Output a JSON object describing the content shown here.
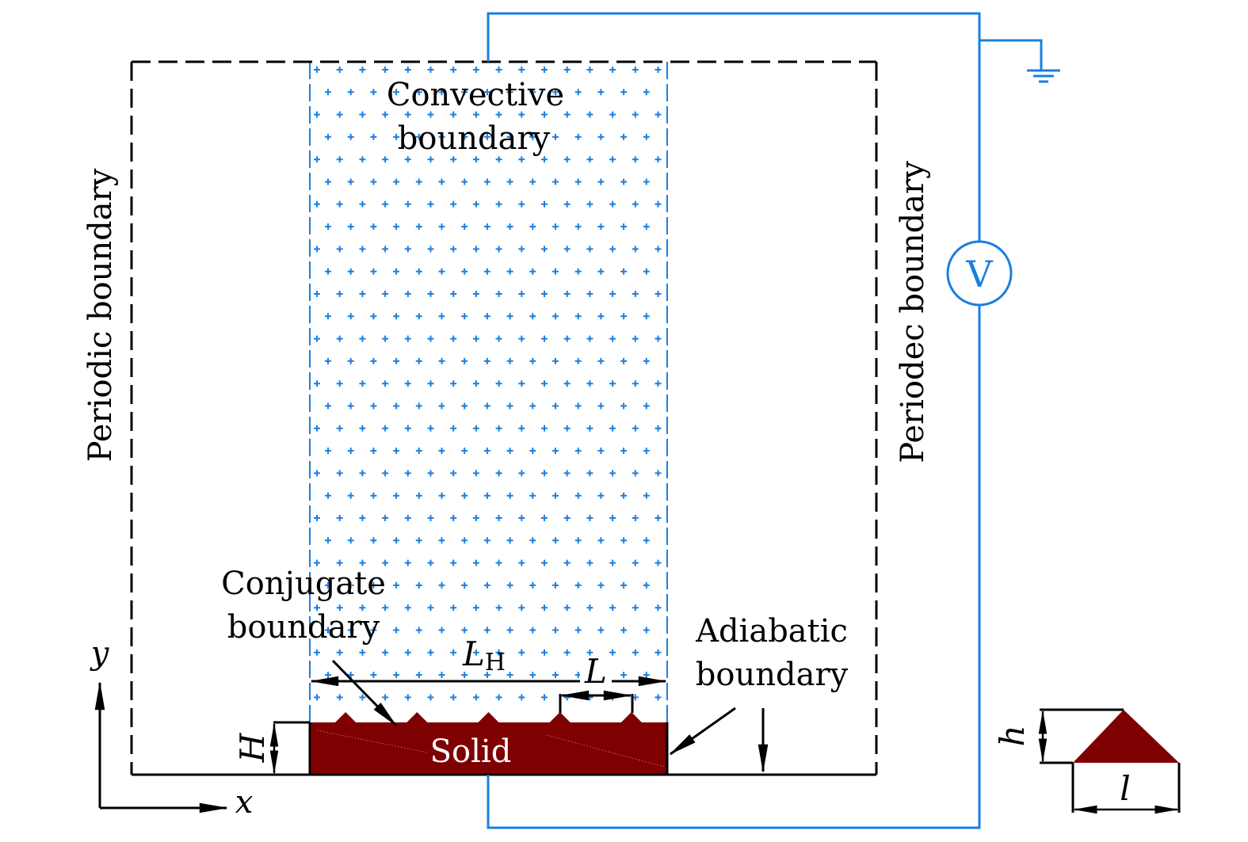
{
  "colors": {
    "wire": "#1a7fe0",
    "solid": "#7f0000",
    "outline": "#000000",
    "fluid_marks": "#1a7fe0"
  },
  "labels": {
    "convective_line1": "Convective",
    "convective_line2": "boundary",
    "periodic_left": "Periodic boundary",
    "periodic_right": "Periodec boundary",
    "conjugate_line1": "Conjugate",
    "conjugate_line2": "boundary",
    "adiabatic_line1": "Adiabatic",
    "adiabatic_line2": "boundary",
    "solid": "Solid",
    "voltmeter": "V"
  },
  "dimensions": {
    "LH_main": "L",
    "LH_sub": "H",
    "L": "L",
    "H": "H",
    "h": "h",
    "l": "l"
  },
  "axes": {
    "x": "x",
    "y": "y"
  },
  "components": {
    "ground": "ground-symbol",
    "voltmeter": "voltmeter-symbol",
    "rib_count": 5
  }
}
